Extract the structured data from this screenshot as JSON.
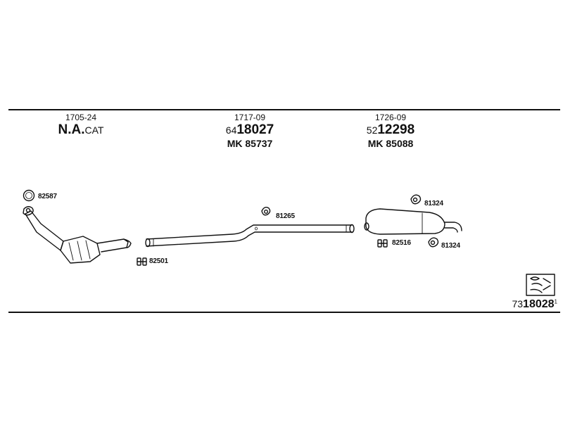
{
  "columns": [
    {
      "ref": "1705-24",
      "code_bold": "N.A.",
      "code_suffix": "CAT"
    },
    {
      "ref": "1717-09",
      "code_prefix": "64",
      "code_bold": "18027",
      "mk": "MK 85737"
    },
    {
      "ref": "1726-09",
      "code_prefix": "52",
      "code_bold": "12298",
      "mk": "MK 85088"
    }
  ],
  "parts": {
    "p82587": "82587",
    "p82501": "82501",
    "p81265": "81265",
    "p82516": "82516",
    "p81324_top": "81324",
    "p81324_bottom": "81324"
  },
  "footer": {
    "prefix": "73",
    "number": "18028",
    "sup": "1"
  },
  "icons": [
    "exhaust-logo-icon"
  ]
}
